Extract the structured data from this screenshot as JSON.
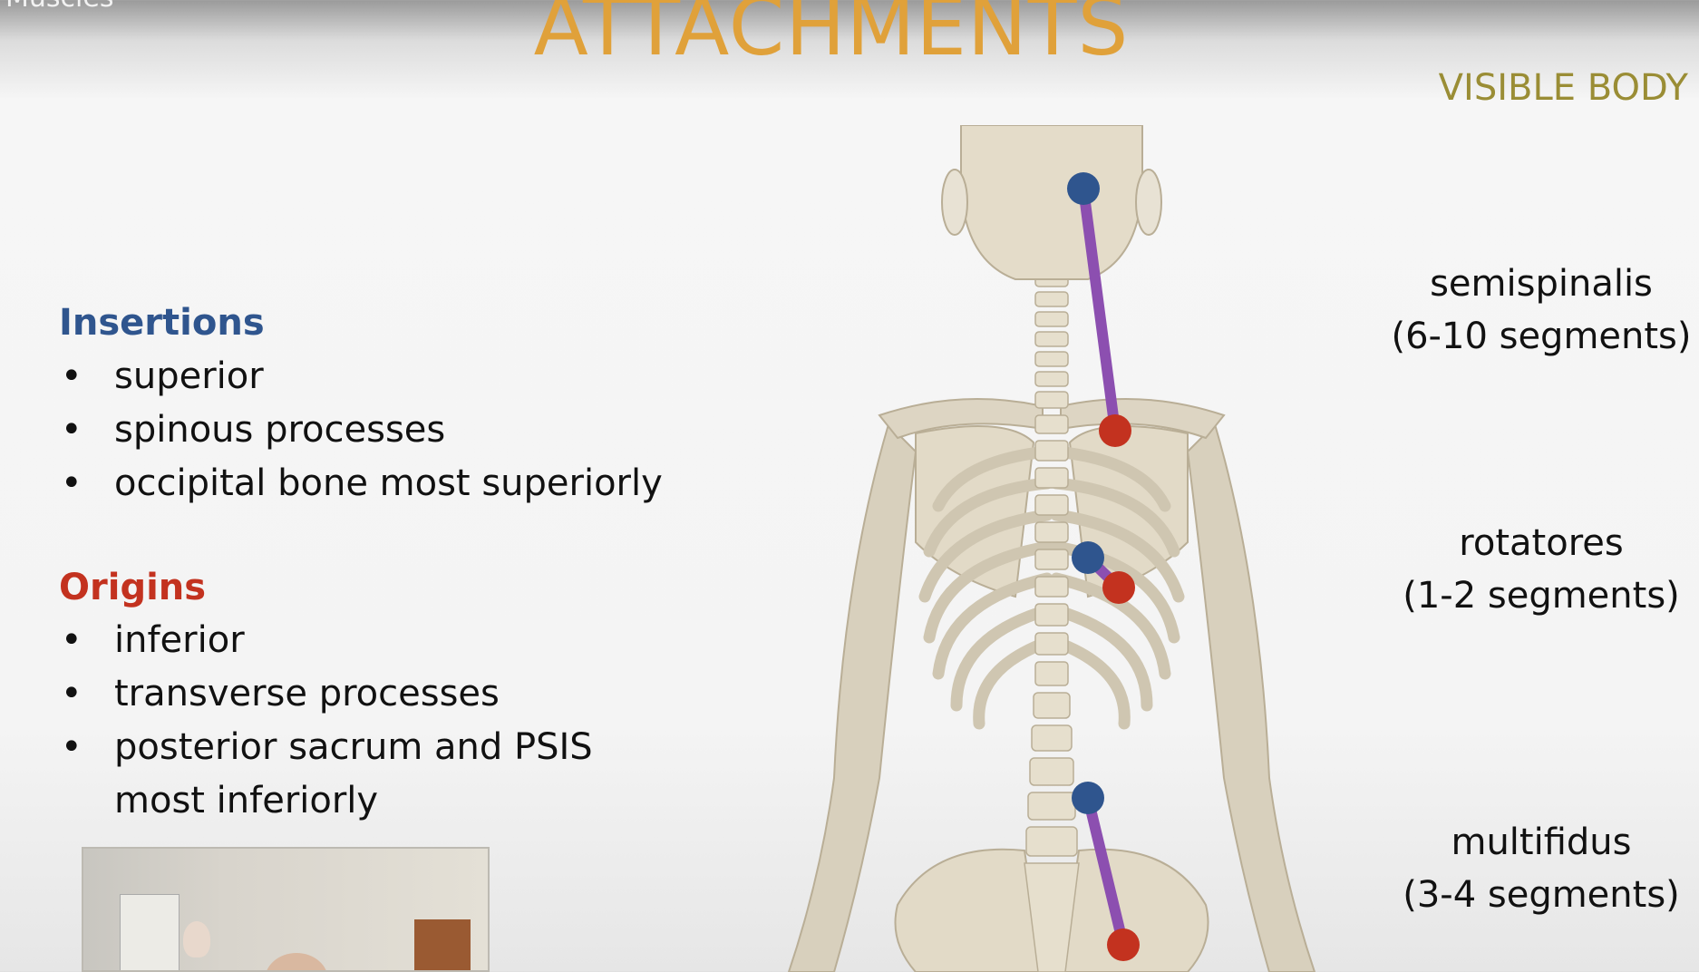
{
  "video": {
    "title": "Muscles"
  },
  "slide": {
    "title": "ATTACHMENTS",
    "credit": "VISIBLE BODY",
    "insertions": {
      "heading": "Insertions",
      "items": [
        "superior",
        "spinous processes",
        "occipital bone most superiorly"
      ]
    },
    "origins": {
      "heading": "Origins",
      "items": [
        "inferior",
        "transverse processes",
        "posterior sacrum and PSIS most inferiorly"
      ]
    },
    "muscles": [
      {
        "name": "semispinalis",
        "span": "(6-10 segments)"
      },
      {
        "name": "rotatores",
        "span": "(1-2 segments)"
      },
      {
        "name": "multifidus",
        "span": "(3-4 segments)"
      }
    ],
    "bullet_char": "•",
    "colors": {
      "title": "#e0a13a",
      "credit": "#9a8d35",
      "insertion": "#2f558e",
      "origin": "#c3321f",
      "connector": "#8c4fb0"
    }
  }
}
